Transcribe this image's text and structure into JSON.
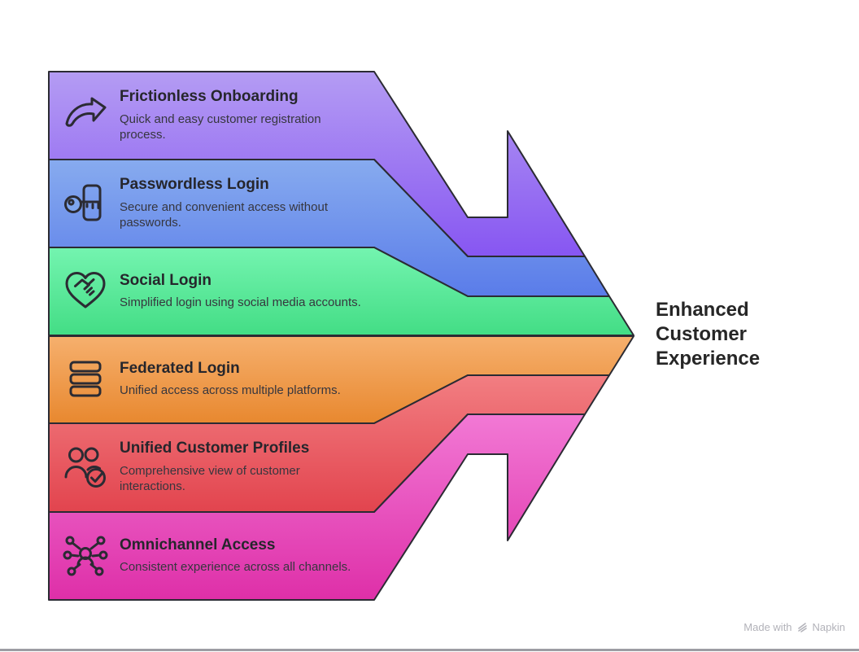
{
  "diagram": {
    "items": [
      {
        "title": "Frictionless Onboarding",
        "description": "Quick and easy customer registration\nprocess.",
        "icon": "curved-arrow-icon",
        "colors": {
          "light": "#b49cf3",
          "dark": "#8756f2"
        }
      },
      {
        "title": "Passwordless Login",
        "description": "Secure and convenient access without\npasswords.",
        "icon": "key-icon",
        "colors": {
          "light": "#87abef",
          "dark": "#5a7ce9"
        }
      },
      {
        "title": "Social Login",
        "description": "Simplified login using social media accounts.",
        "icon": "heart-handshake-icon",
        "colors": {
          "light": "#74f4b0",
          "dark": "#43dd85"
        }
      },
      {
        "title": "Federated Login",
        "description": "Unified access across multiple platforms.",
        "icon": "stack-icon",
        "colors": {
          "light": "#f6b06e",
          "dark": "#e8882f"
        }
      },
      {
        "title": "Unified Customer Profiles",
        "description": "Comprehensive view of customer\ninteractions.",
        "icon": "users-check-icon",
        "colors": {
          "light": "#f27e82",
          "dark": "#e2444e"
        }
      },
      {
        "title": "Omnichannel Access",
        "description": "Consistent experience across all channels.",
        "icon": "network-person-icon",
        "colors": {
          "light": "#f279d5",
          "dark": "#de2fa8"
        }
      }
    ],
    "result_label": "Enhanced\nCustomer\nExperience"
  },
  "footer": {
    "made_with": "Made with",
    "brand": "Napkin",
    "icon": "napkin-logo-icon"
  },
  "colors": {
    "outline": "#2b2b33",
    "title": "#26262c",
    "subtitle": "#36363e",
    "label": "#262626",
    "footer": "#b2b2b9",
    "bottom-line": "#9d9da3"
  }
}
